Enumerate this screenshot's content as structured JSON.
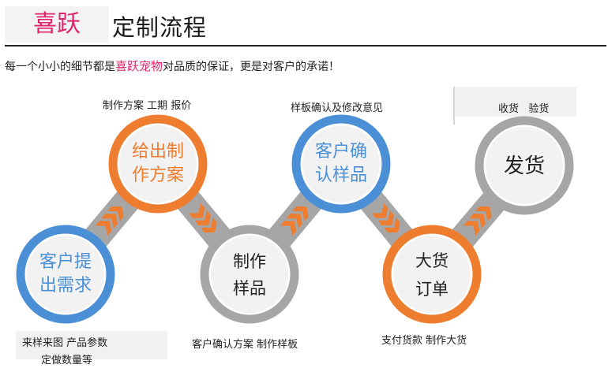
{
  "brand": "喜跃",
  "title": "定制流程",
  "tagline": {
    "before": "每一个小小的细节都是",
    "highlight": "喜跃宠物",
    "after": "对品质的保证，更是对客户的承诺！"
  },
  "colors": {
    "brand": "#e0246c",
    "blue": "#4b8fd6",
    "orange": "#ee7d30",
    "gray": "#a6a6a6"
  },
  "steps": [
    {
      "line1": "客户提",
      "line2": "出需求",
      "ring": "blue"
    },
    {
      "line1": "给出制",
      "line2": "作方案",
      "ring": "orange"
    },
    {
      "line1": "制作",
      "line2": "样品",
      "ring": "gray"
    },
    {
      "line1": "客户确",
      "line2": "认样品",
      "ring": "blue"
    },
    {
      "line1": "大货",
      "line2": "订单",
      "ring": "orange"
    },
    {
      "line1": "发货",
      "line2": "",
      "ring": "gray"
    }
  ],
  "captions": {
    "step1_a": "来样来图  产品参数",
    "step1_b": "定做数量等",
    "step2": "制作方案 工期 报价",
    "step3": "客户确认方案 制作样板",
    "step4": "样板确认及修改意见",
    "step5": "支付货款 制作大货",
    "step6": "收货   验货"
  }
}
